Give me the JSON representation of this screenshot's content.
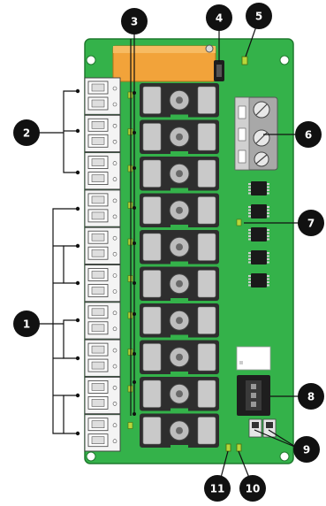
{
  "colors": {
    "board": "#34b24a",
    "board_edge": "#1f7a2e",
    "terminal_body": "#f4f4f4",
    "terminal_edge": "#3c3c3c",
    "relay_body": "#2e2e2e",
    "relay_cap": "#c9c9c9",
    "battery": "#f2a33a",
    "callout_fill": "#111111",
    "callout_text": "#ffffff",
    "led": "#b8d63a",
    "connector": "#9a9a9a"
  },
  "callouts": [
    {
      "id": "1",
      "label": "1"
    },
    {
      "id": "2",
      "label": "2"
    },
    {
      "id": "3",
      "label": "3"
    },
    {
      "id": "4",
      "label": "4"
    },
    {
      "id": "5",
      "label": "5"
    },
    {
      "id": "6",
      "label": "6"
    },
    {
      "id": "7",
      "label": "7"
    },
    {
      "id": "8",
      "label": "8"
    },
    {
      "id": "9",
      "label": "9"
    },
    {
      "id": "10",
      "label": "10"
    },
    {
      "id": "11",
      "label": "11"
    }
  ]
}
